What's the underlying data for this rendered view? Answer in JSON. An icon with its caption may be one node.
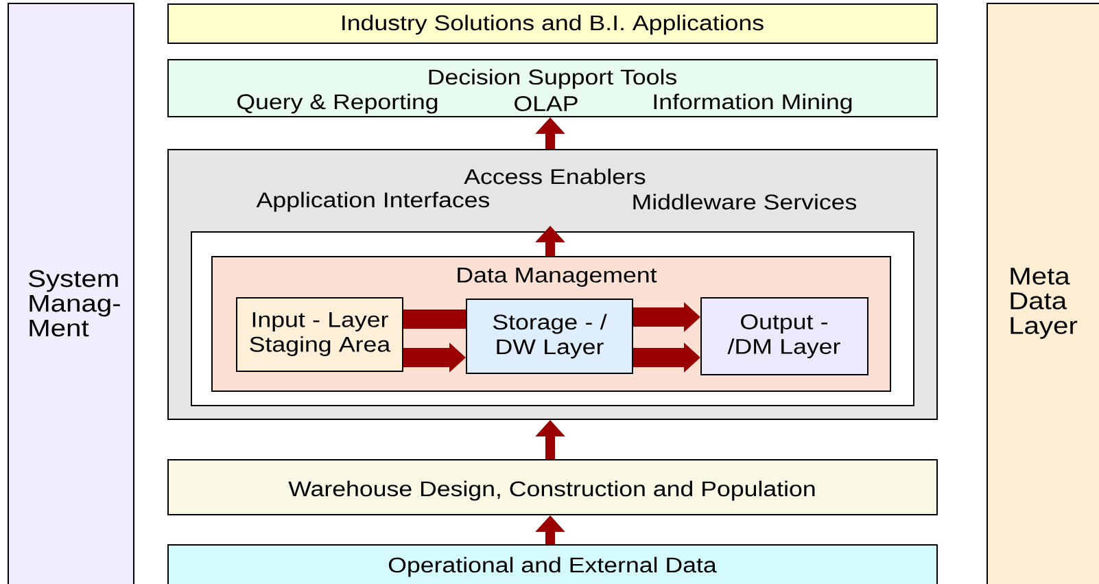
{
  "diagram": {
    "nodes": [
      {
        "text": [
          "System Manag- Ment"
        ]
      },
      {
        "text": [
          "Industry Solutions and B.I. Applications"
        ]
      },
      {
        "text": [
          "Decision Support Tools",
          "Query & Reporting",
          "OLAP",
          "Information Mining"
        ]
      },
      {
        "text": [
          "Access Enablers",
          "Application Interfaces",
          "Middleware Services"
        ]
      },
      {
        "text": [],
        "shape": "box",
        "in": 3
      },
      {
        "text": [
          "Data Management"
        ],
        "in": 4
      },
      {
        "text": [
          "Input - Layer Staging Area"
        ],
        "in": 5
      },
      {
        "text": [
          "Storage - / DW Layer"
        ],
        "in": 5
      },
      {
        "text": [
          "Output - /DM Layer"
        ],
        "in": 5
      },
      {
        "text": [
          "Warehouse Design, Construction and Population"
        ]
      },
      {
        "text": [
          "Operational and External Data"
        ]
      },
      {
        "text": [
          "Meta Data Layer"
        ]
      }
    ],
    "edges": [
      {
        "from": 3,
        "to": 2,
        "arrow": "to"
      },
      {
        "from": 5,
        "to": 4,
        "arrow": "to"
      },
      {
        "from": 9,
        "to": 3,
        "arrow": "to"
      },
      {
        "from": 10,
        "to": 9,
        "arrow": "to"
      },
      {
        "from": 6,
        "to": 7,
        "arrow": "none",
        "style": "thick"
      },
      {
        "from": 6,
        "to": 7,
        "arrow": "to",
        "style": "thick"
      },
      {
        "from": 7,
        "to": 8,
        "arrow": "to",
        "style": "thick"
      },
      {
        "from": 7,
        "to": 8,
        "arrow": "to",
        "style": "thick"
      }
    ]
  }
}
